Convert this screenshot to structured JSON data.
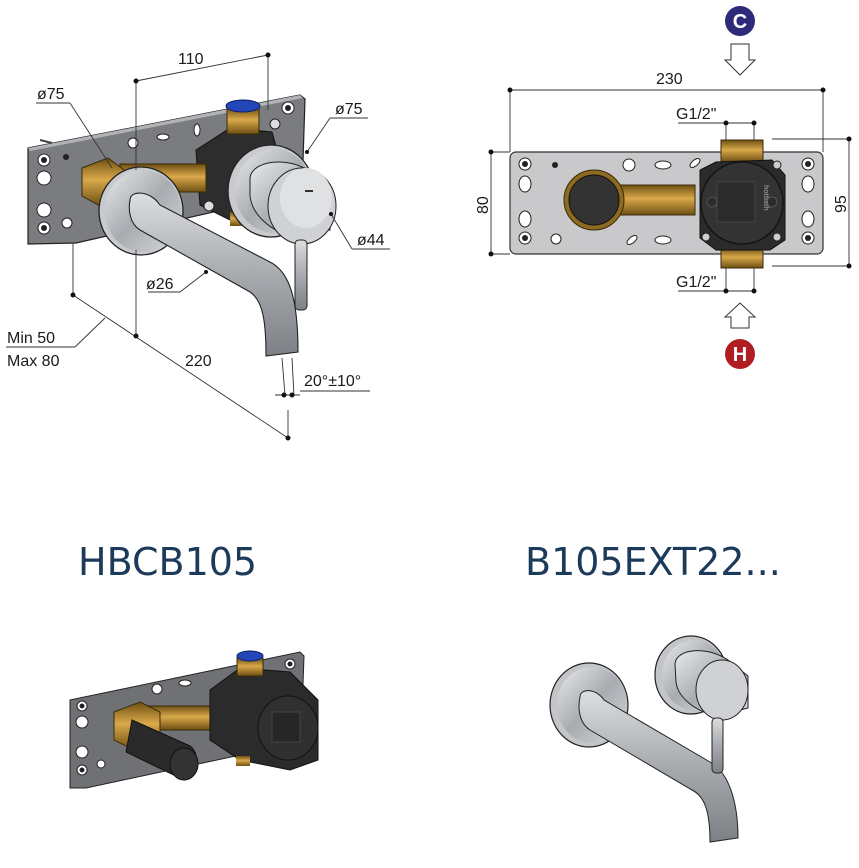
{
  "perspective_view": {
    "dimensions": {
      "spacing_top": "110",
      "rosette_left": "ø75",
      "rosette_right": "ø75",
      "handle_diameter": "ø44",
      "spout_diameter": "ø26",
      "wall_depth_min": "Min 50",
      "wall_depth_max": "Max 80",
      "spout_projection": "220",
      "spout_angle": "20°±10°"
    }
  },
  "front_view": {
    "dimensions": {
      "plate_width": "230",
      "plate_height": "80",
      "body_height": "95",
      "inlet_top": "G1/2\"",
      "inlet_bottom": "G1/2\""
    },
    "cold_badge": {
      "letter": "C",
      "color": "#2e2a7a"
    },
    "hot_badge": {
      "letter": "H",
      "color": "#b01e23"
    },
    "brand_mark": "hotbath"
  },
  "products": [
    {
      "code": "HBCB105"
    },
    {
      "code": "B105EXT22..."
    }
  ],
  "colors": {
    "title": "#1c3a5a",
    "plate": "#c9c9cc",
    "brass": "#b58a2e",
    "body": "#2b2b2b",
    "chrome": "#b4b7bb"
  }
}
